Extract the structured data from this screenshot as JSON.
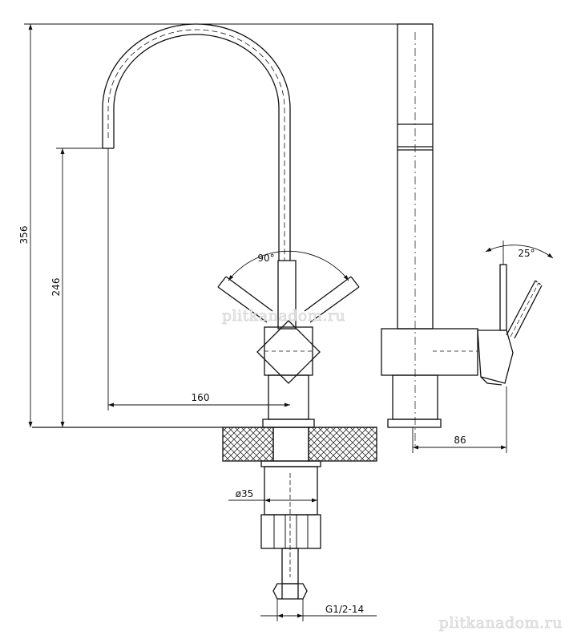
{
  "dimensions": {
    "total_height": "356",
    "spout_height": "246",
    "spout_reach": "160",
    "swivel_angle": "90°",
    "lever_angle": "25°",
    "side_reach": "86",
    "base_diameter": "ø35",
    "thread": "G1/2-14"
  },
  "watermark": {
    "center": "plitkanadom.ru",
    "corner": "plitkanadom.ru"
  },
  "colors": {
    "line": "#111111",
    "hatch": "#333333",
    "watermark_fill": "#e9e9e9"
  }
}
